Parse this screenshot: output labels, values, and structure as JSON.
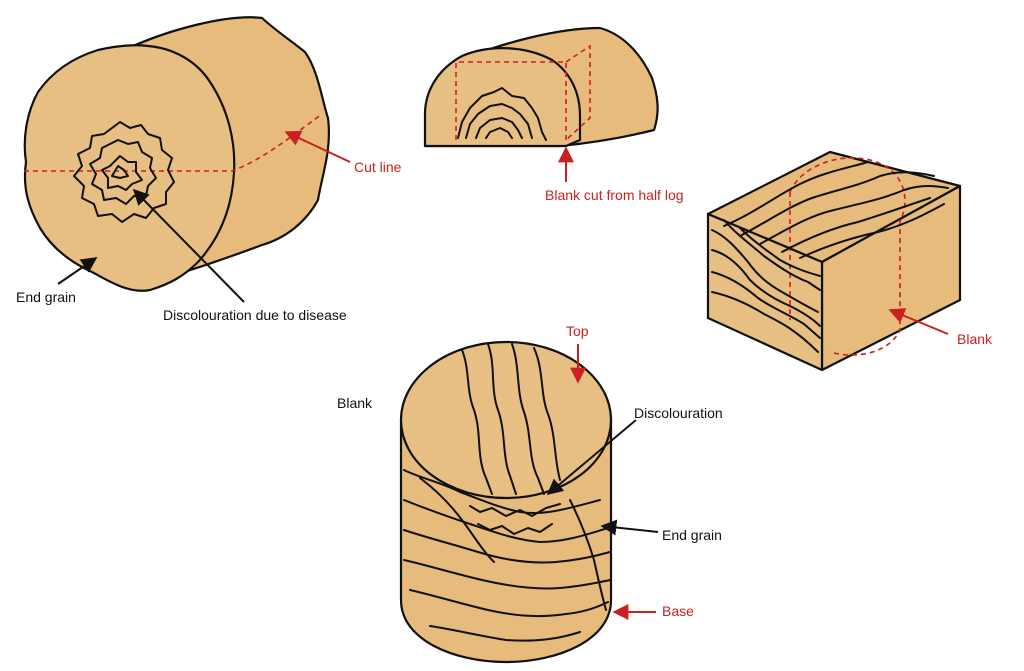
{
  "labels": {
    "cut_line": "Cut line",
    "end_grain_log": "End grain",
    "discolouration_disease": "Discolouration due to disease",
    "blank_half_log": "Blank cut from half log",
    "blank_block": "Blank",
    "blank_cylinder": "Blank",
    "top": "Top",
    "discolouration": "Discolouration",
    "end_grain_cylinder": "End grain",
    "base": "Base"
  },
  "colors": {
    "wood": "#e8bf82",
    "outline": "#111111",
    "annotation_red": "#cc1f1f"
  }
}
